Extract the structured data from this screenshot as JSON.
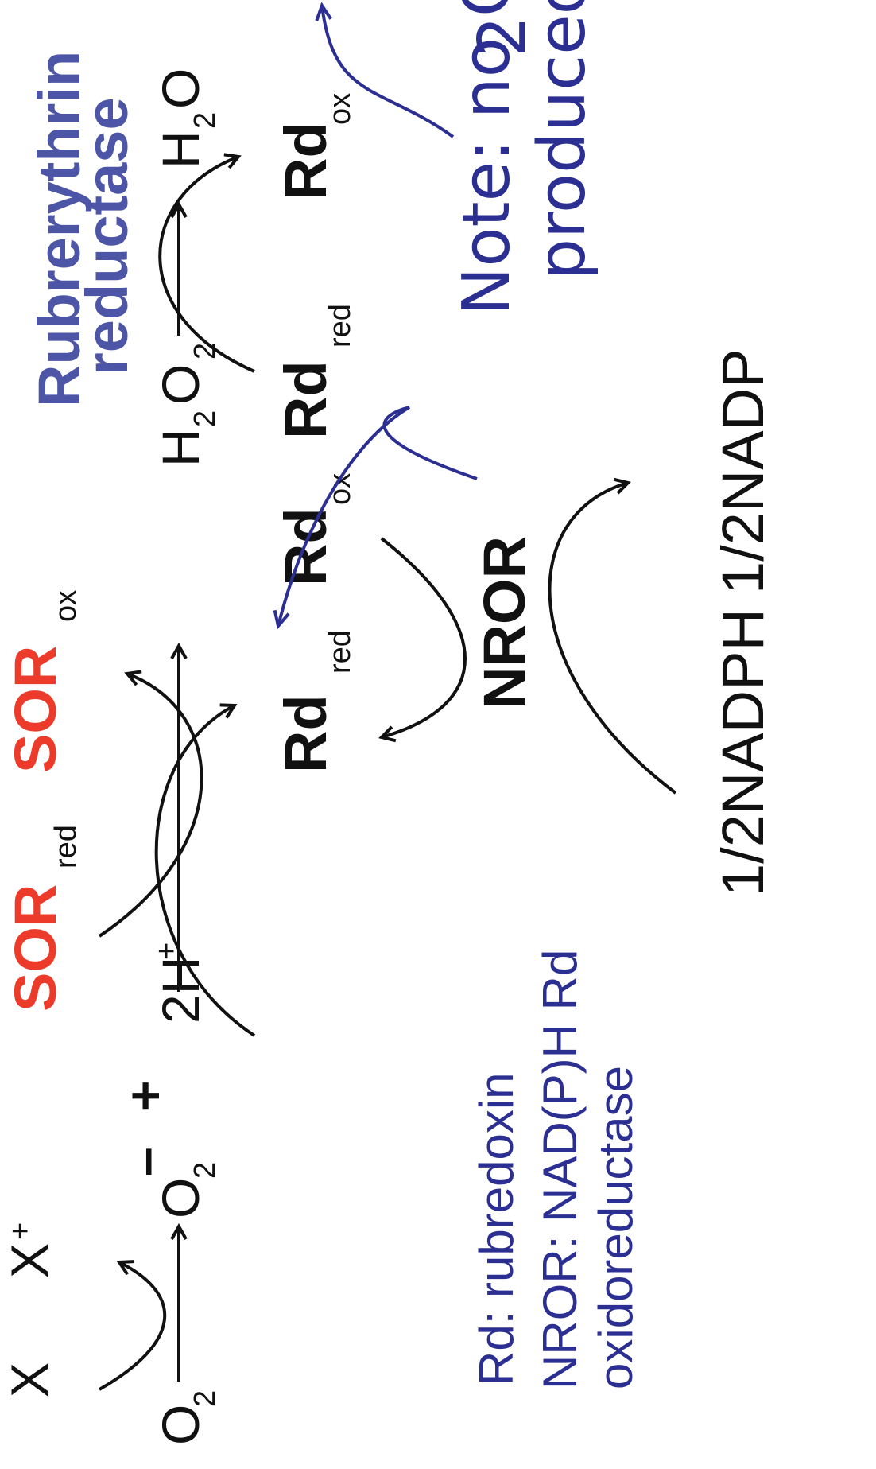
{
  "colors": {
    "sor": "#ec3b2a",
    "blue": "#2c2f92",
    "rubrerythrin": "#4d55a6",
    "black": "#111111"
  },
  "reaction1": {
    "reactant": "O",
    "reactant_sub": "2",
    "donor": "X",
    "donor_ox": "X",
    "donor_ox_sup": "+",
    "product": "O",
    "product_sub": "2",
    "product_charge": "–"
  },
  "reaction2": {
    "plus": "+",
    "proton": "2H",
    "proton_sup": "+",
    "sor_red": "SOR",
    "sor_red_sub": "red",
    "sor_ox": "SOR",
    "sor_ox_sub": "ox",
    "rd_red": "Rd",
    "rd_red_sub": "red",
    "rd_ox": "Rd",
    "rd_ox_sub": "ox"
  },
  "nror": {
    "label": "NROR",
    "nadph": "1/2NADPH",
    "nadp": "1/2NADP"
  },
  "reaction3": {
    "enzyme_line1": "Rubrerythrin",
    "enzyme_line2": "reductase",
    "h2o2": "H",
    "h2o2_sub1": "2",
    "h2o2_o": "O",
    "h2o2_sub2": "2",
    "h2o": "H",
    "h2o_sub": "2",
    "h2o_o": "O",
    "rd_red": "Rd",
    "rd_red_sub": "red",
    "rd_ox": "Rd",
    "rd_ox_sub": "ox"
  },
  "note": {
    "line1": "Note: no O",
    "line1_sub": "2",
    "line2": "produced"
  },
  "legend": {
    "rd": "Rd: rubredoxin",
    "nror_line1": "NROR: NAD(P)H Rd",
    "nror_line2": "oxidoreductase"
  }
}
